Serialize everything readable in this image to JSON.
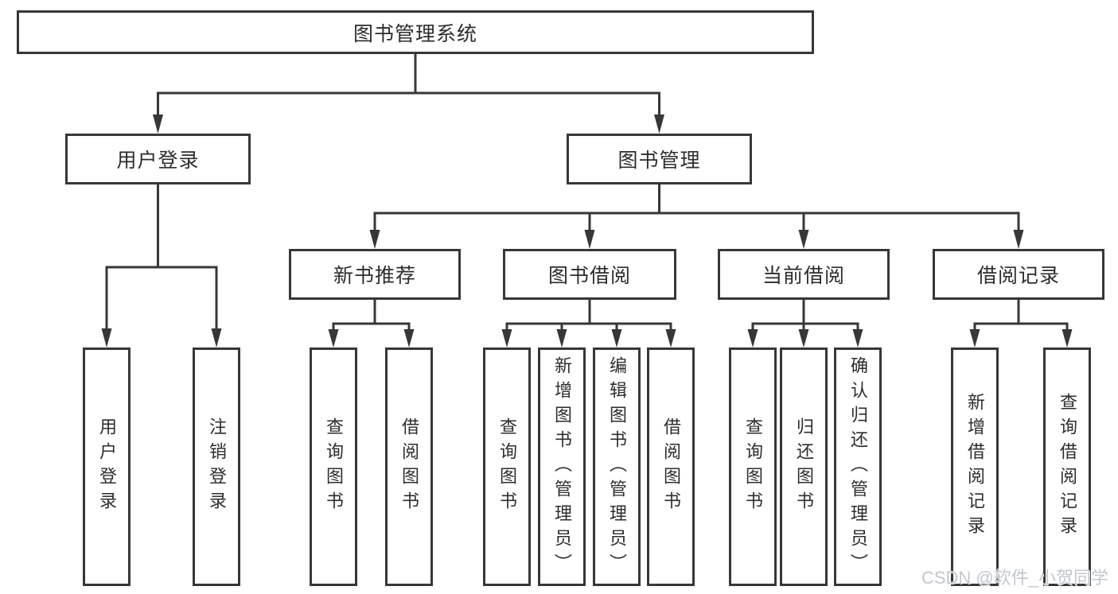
{
  "diagram": {
    "root": "图书管理系统",
    "branches": {
      "user_login": {
        "label": "用户登录",
        "children": [
          "用户登录",
          "注销登录"
        ]
      },
      "book_mgmt": {
        "label": "图书管理",
        "children": {
          "new_book_rec": {
            "label": "新书推荐",
            "children": [
              "查询图书",
              "借阅图书"
            ]
          },
          "book_borrow": {
            "label": "图书借阅",
            "children": [
              "查询图书",
              "新增图书（管理员）",
              "编辑图书（管理员）",
              "借阅图书"
            ]
          },
          "current_borrow": {
            "label": "当前借阅",
            "children": [
              "查询图书",
              "归还图书",
              "确认归还（管理员）"
            ]
          },
          "borrow_records": {
            "label": "借阅记录",
            "children": [
              "新增借阅记录",
              "查询借阅记录"
            ]
          }
        }
      }
    }
  },
  "colors": {
    "line": "#373737",
    "text": "#2d2d2d",
    "watermark": "#c3c7cc"
  },
  "watermark": {
    "text": "CSDN @软件_小贺同学"
  }
}
